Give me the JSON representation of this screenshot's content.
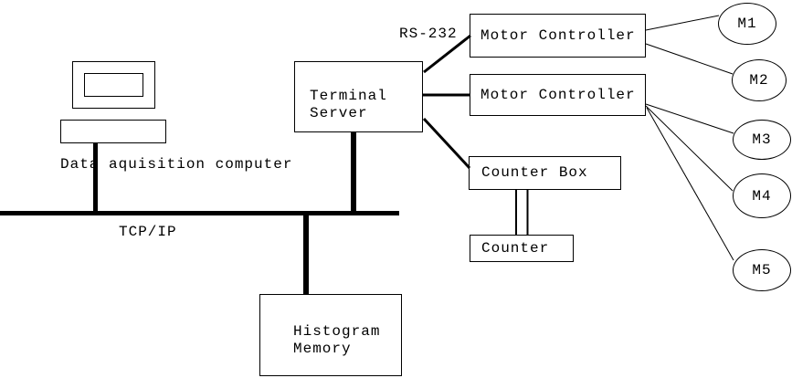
{
  "diagram": {
    "computer": {
      "label": "Data aquisition computer"
    },
    "bus": {
      "label": "TCP/IP"
    },
    "serial_link": {
      "label": "RS-232"
    },
    "nodes": {
      "terminal_server": {
        "label": "Terminal\nServer"
      },
      "motor_controller_1": {
        "label": "Motor Controller"
      },
      "motor_controller_2": {
        "label": "Motor Controller"
      },
      "counter_box": {
        "label": "Counter Box"
      },
      "counter": {
        "label": "Counter"
      },
      "histogram_memory": {
        "label": "Histogram\nMemory"
      }
    },
    "motors": [
      {
        "label": "M1"
      },
      {
        "label": "M2"
      },
      {
        "label": "M3"
      },
      {
        "label": "M4"
      },
      {
        "label": "M5"
      }
    ],
    "connections": [
      {
        "from": "data-acquisition-computer",
        "to": "tcp-ip-bus"
      },
      {
        "from": "terminal-server",
        "to": "tcp-ip-bus"
      },
      {
        "from": "histogram-memory",
        "to": "tcp-ip-bus"
      },
      {
        "from": "terminal-server",
        "to": "motor-controller-1",
        "via": "RS-232"
      },
      {
        "from": "terminal-server",
        "to": "motor-controller-2"
      },
      {
        "from": "terminal-server",
        "to": "counter-box"
      },
      {
        "from": "motor-controller-1",
        "to": "M1"
      },
      {
        "from": "motor-controller-1",
        "to": "M2"
      },
      {
        "from": "motor-controller-2",
        "to": "M3"
      },
      {
        "from": "motor-controller-2",
        "to": "M4"
      },
      {
        "from": "motor-controller-2",
        "to": "M5"
      },
      {
        "from": "counter-box",
        "to": "counter"
      }
    ],
    "colors": {
      "stroke": "#000000",
      "background": "#ffffff",
      "text": "#000000"
    }
  }
}
